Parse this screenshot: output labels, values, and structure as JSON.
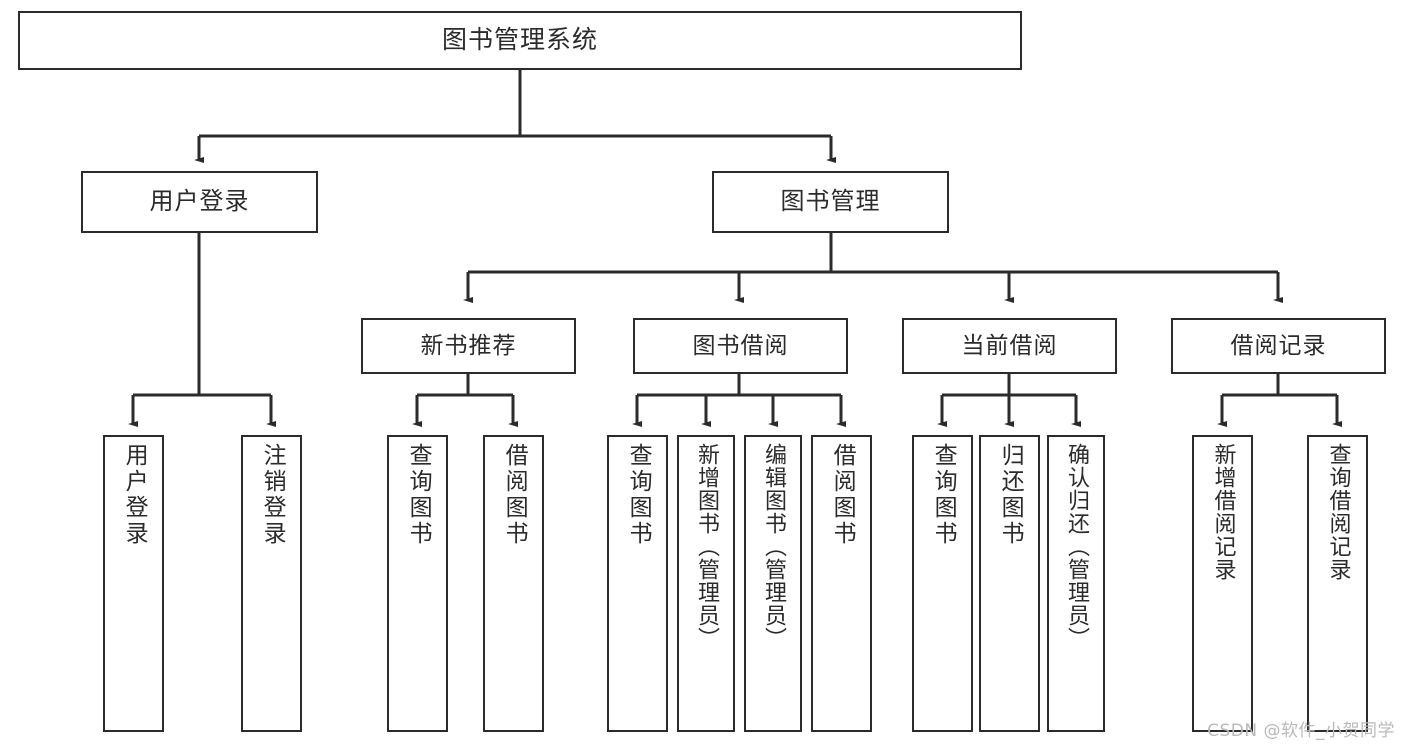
{
  "diagram": {
    "title": "图书管理系统",
    "type": "tree-hierarchy-chart",
    "root": {
      "label": "图书管理系统"
    },
    "level2": [
      {
        "label": "用户登录"
      },
      {
        "label": "图书管理"
      }
    ],
    "level3": [
      {
        "label": "新书推荐"
      },
      {
        "label": "图书借阅"
      },
      {
        "label": "当前借阅"
      },
      {
        "label": "借阅记录"
      }
    ],
    "leaves": [
      {
        "label": "用户登录"
      },
      {
        "label": "注销登录"
      },
      {
        "label": "查询图书"
      },
      {
        "label": "借阅图书"
      },
      {
        "label": "查询图书"
      },
      {
        "label": "新增图书（管理员）"
      },
      {
        "label": "编辑图书（管理员）"
      },
      {
        "label": "借阅图书"
      },
      {
        "label": "查询图书"
      },
      {
        "label": "归还图书"
      },
      {
        "label": "确认归还（管理员）"
      },
      {
        "label": "新增借阅记录"
      },
      {
        "label": "查询借阅记录"
      }
    ]
  },
  "watermark": {
    "text": "CSDN @软件_小贺同学"
  },
  "colors": {
    "stroke": "#2b2b2b",
    "fill": "#ffffff",
    "watermark": "#b9b9b9"
  }
}
